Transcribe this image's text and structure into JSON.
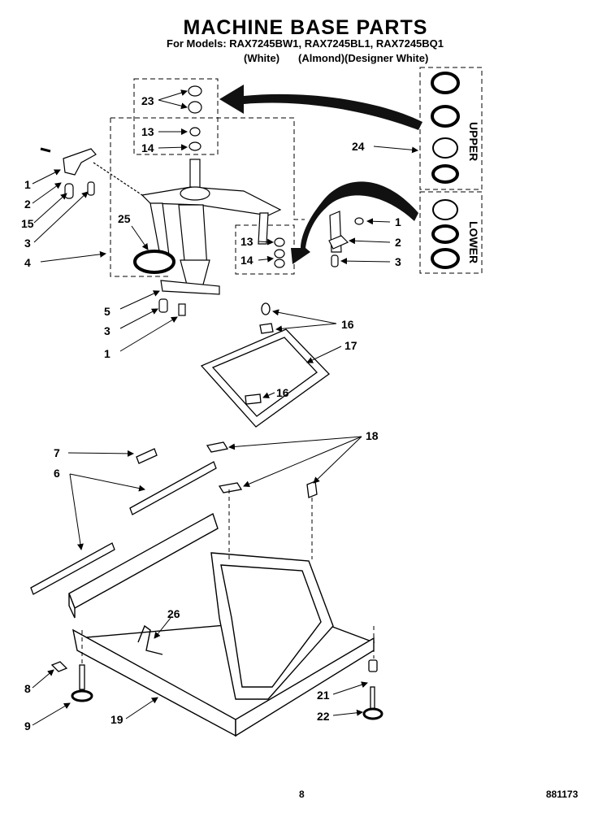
{
  "header": {
    "title": "MACHINE BASE PARTS",
    "models_line": "For Models: RAX7245BW1, RAX7245BL1, RAX7245BQ1",
    "color_white": "(White)",
    "color_almond": "(Almond)",
    "color_designer": "(Designer White)"
  },
  "side_labels": {
    "upper": "UPPER",
    "lower": "LOWER"
  },
  "callouts": {
    "c23": "23",
    "c13a": "13",
    "c14a": "14",
    "c1a": "1",
    "c2a": "2",
    "c15": "15",
    "c3a": "3",
    "c25": "25",
    "c4": "4",
    "c5": "5",
    "c3b": "3",
    "c1b": "1",
    "c24": "24",
    "c1c": "1",
    "c2b": "2",
    "c3c": "3",
    "c13b": "13",
    "c14b": "14",
    "c16a": "16",
    "c17": "17",
    "c16b": "16",
    "c7": "7",
    "c6": "6",
    "c18": "18",
    "c26": "26",
    "c8": "8",
    "c9": "9",
    "c19": "19",
    "c21": "21",
    "c22": "22"
  },
  "footer": {
    "page": "8",
    "doc": "881173"
  }
}
